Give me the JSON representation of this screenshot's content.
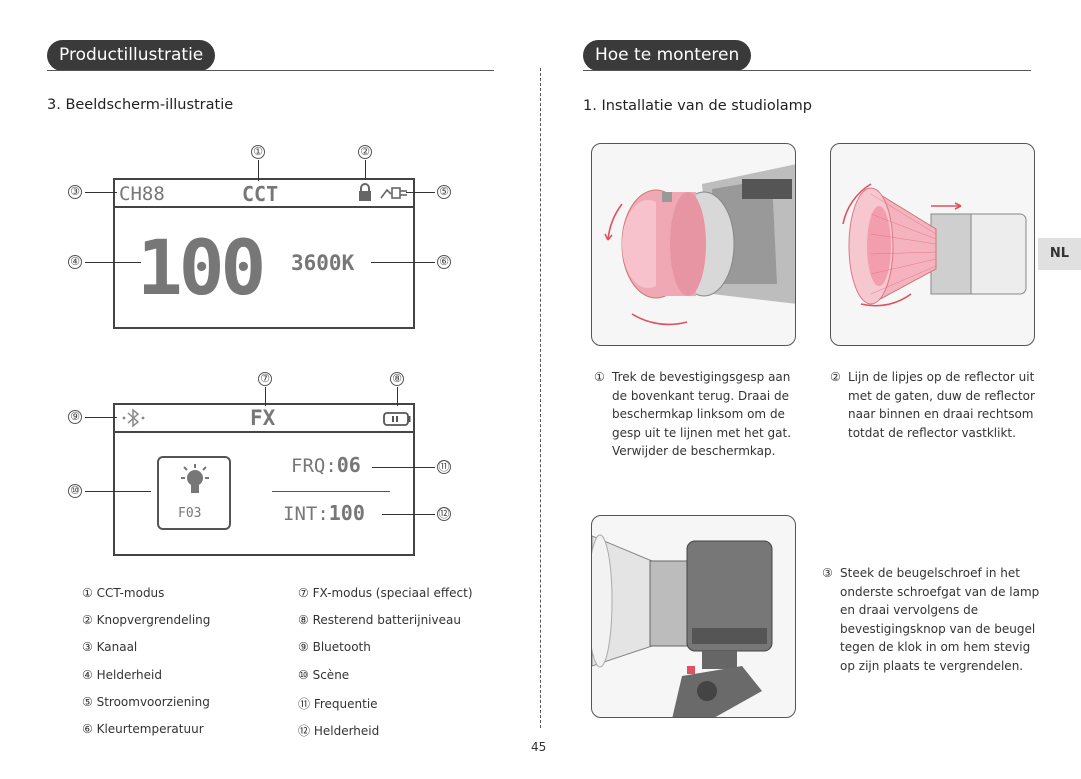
{
  "left": {
    "header": "Productillustratie",
    "section_title": "3. Beeldscherm-illustratie",
    "display1": {
      "channel": "CH88",
      "mode": "CCT",
      "brightness": "100",
      "temperature": "3600K",
      "callouts": [
        "①",
        "②",
        "③",
        "④",
        "⑤",
        "⑥"
      ]
    },
    "display2": {
      "mode": "FX",
      "scene": "F03",
      "frq_label": "FRQ:",
      "frq_value": "06",
      "int_label": "INT:",
      "int_value": "100",
      "callouts": [
        "⑦",
        "⑧",
        "⑨",
        "⑩",
        "⑪",
        "⑫"
      ]
    },
    "legend_left": [
      {
        "num": "①",
        "label": "CCT-modus"
      },
      {
        "num": "②",
        "label": "Knopvergrendeling"
      },
      {
        "num": "③",
        "label": "Kanaal"
      },
      {
        "num": "④",
        "label": "Helderheid"
      },
      {
        "num": "⑤",
        "label": "Stroomvoorziening"
      },
      {
        "num": "⑥",
        "label": "Kleurtemperatuur"
      }
    ],
    "legend_right": [
      {
        "num": "⑦",
        "label": "FX-modus (speciaal effect)"
      },
      {
        "num": "⑧",
        "label": "Resterend batterijniveau"
      },
      {
        "num": "⑨",
        "label": "Bluetooth"
      },
      {
        "num": "⑩",
        "label": "Scène"
      },
      {
        "num": "⑪",
        "label": "Frequentie"
      },
      {
        "num": "⑫",
        "label": "Helderheid"
      }
    ]
  },
  "right": {
    "header": "Hoe te monteren",
    "section_title": "1. Installatie van de studiolamp",
    "tab": "NL",
    "steps": [
      {
        "num": "①",
        "lines": [
          "Trek de bevestigingsgesp aan",
          "de bovenkant terug. Draai de",
          "beschermkap linksom om de",
          "gesp uit te lijnen met het gat.",
          "Verwijder de beschermkap."
        ]
      },
      {
        "num": "②",
        "lines": [
          "Lijn de lipjes op de reflector uit",
          "met de gaten, duw de reflector",
          "naar binnen en draai rechtsom",
          "totdat de reflector vastklikt."
        ]
      },
      {
        "num": "③",
        "lines": [
          "Steek de beugelschroef in het",
          "onderste schroefgat van de lamp",
          "en draai vervolgens de",
          "bevestigingsknop van de beugel",
          "tegen de klok in om hem stevig",
          "op zijn plaats te vergrendelen."
        ]
      }
    ]
  },
  "page_number": "45",
  "colors": {
    "accent_pink": "#e8788a",
    "pill": "#3a3a3a",
    "lcd_text": "#777777"
  },
  "icons": [
    "lock-icon",
    "power-plug-icon",
    "bluetooth-icon",
    "battery-icon",
    "bulb-icon",
    "rotate-arrow-icon"
  ]
}
